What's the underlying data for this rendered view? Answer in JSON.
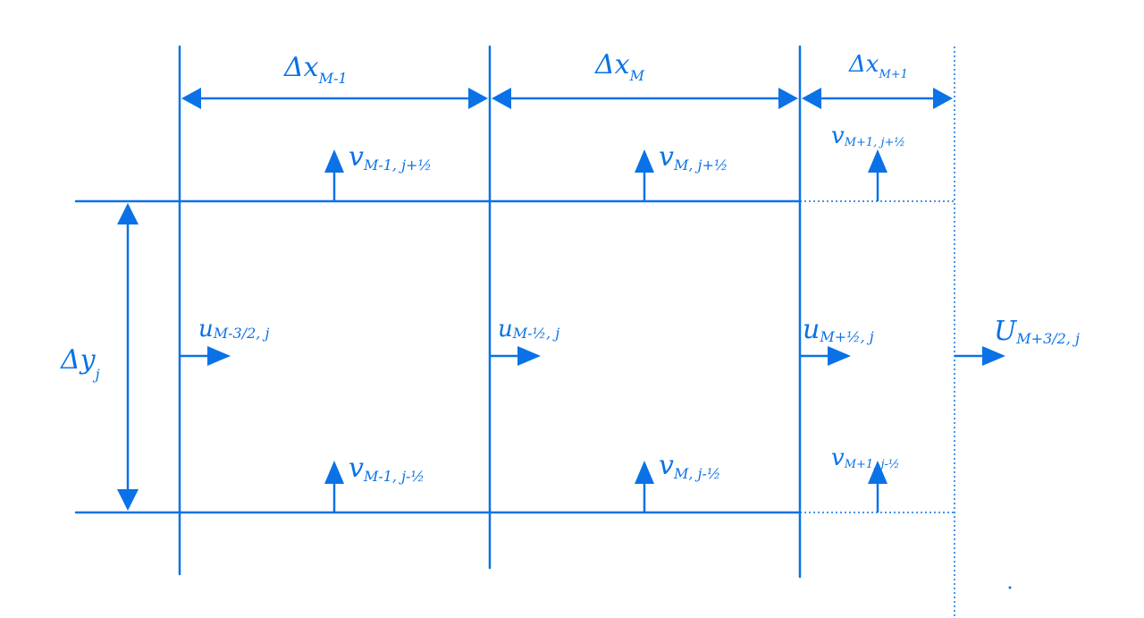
{
  "colors": {
    "ink": "#0a72e6",
    "background": "#ffffff"
  },
  "labels": {
    "dx_m_minus_1": {
      "base": "Δx",
      "sub": "M-1"
    },
    "dx_m": {
      "base": "Δx",
      "sub": "M"
    },
    "dx_m_plus_1": {
      "base": "Δx",
      "sub": "M+1"
    },
    "dy_j": {
      "base": "Δy",
      "sub": "j"
    },
    "v_m_minus_1_top": {
      "base": "v",
      "sub": "M-1, j+½"
    },
    "v_m_top": {
      "base": "v",
      "sub": "M, j+½"
    },
    "v_m_plus_1_top": {
      "base": "v",
      "sub": "M+1, j+½"
    },
    "v_m_minus_1_bottom": {
      "base": "v",
      "sub": "M-1, j-½"
    },
    "v_m_bottom": {
      "base": "v",
      "sub": "M, j-½"
    },
    "v_m_plus_1_bottom": {
      "base": "v",
      "sub": "M+1, j-½"
    },
    "u_m_minus_3_2": {
      "base": "u",
      "sub": "M-3/2, j"
    },
    "u_m_minus_1_2": {
      "base": "u",
      "sub": "M-½, j"
    },
    "u_m_plus_1_2": {
      "base": "u",
      "sub": "M+½, j"
    },
    "u_m_plus_3_2": {
      "base": "U",
      "sub": "M+3/2, j"
    }
  }
}
